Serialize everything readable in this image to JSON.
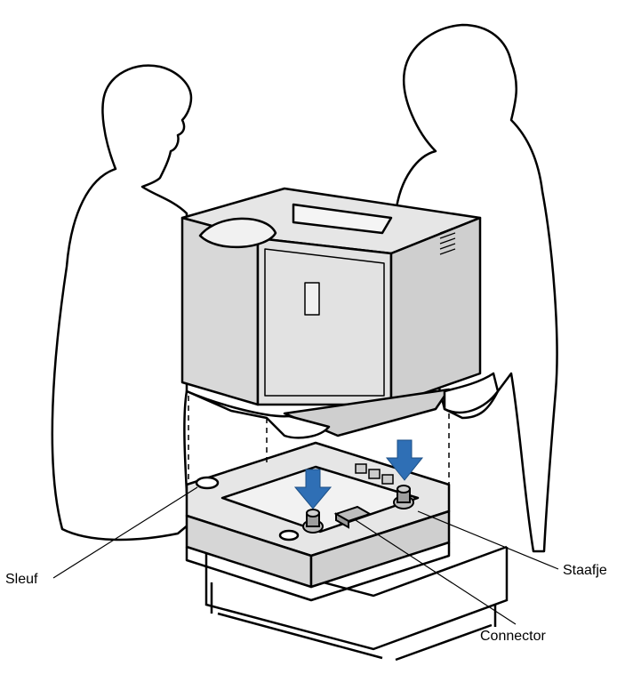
{
  "labels": {
    "sleuf": "Sleuf",
    "staafje": "Staafje",
    "connector": "Connector"
  },
  "colors": {
    "outline": "#000000",
    "printer_fill": "#e6e6e6",
    "printer_dark": "#cfcfcf",
    "arrow": "#2f6fb5",
    "paper": "#ffffff"
  }
}
